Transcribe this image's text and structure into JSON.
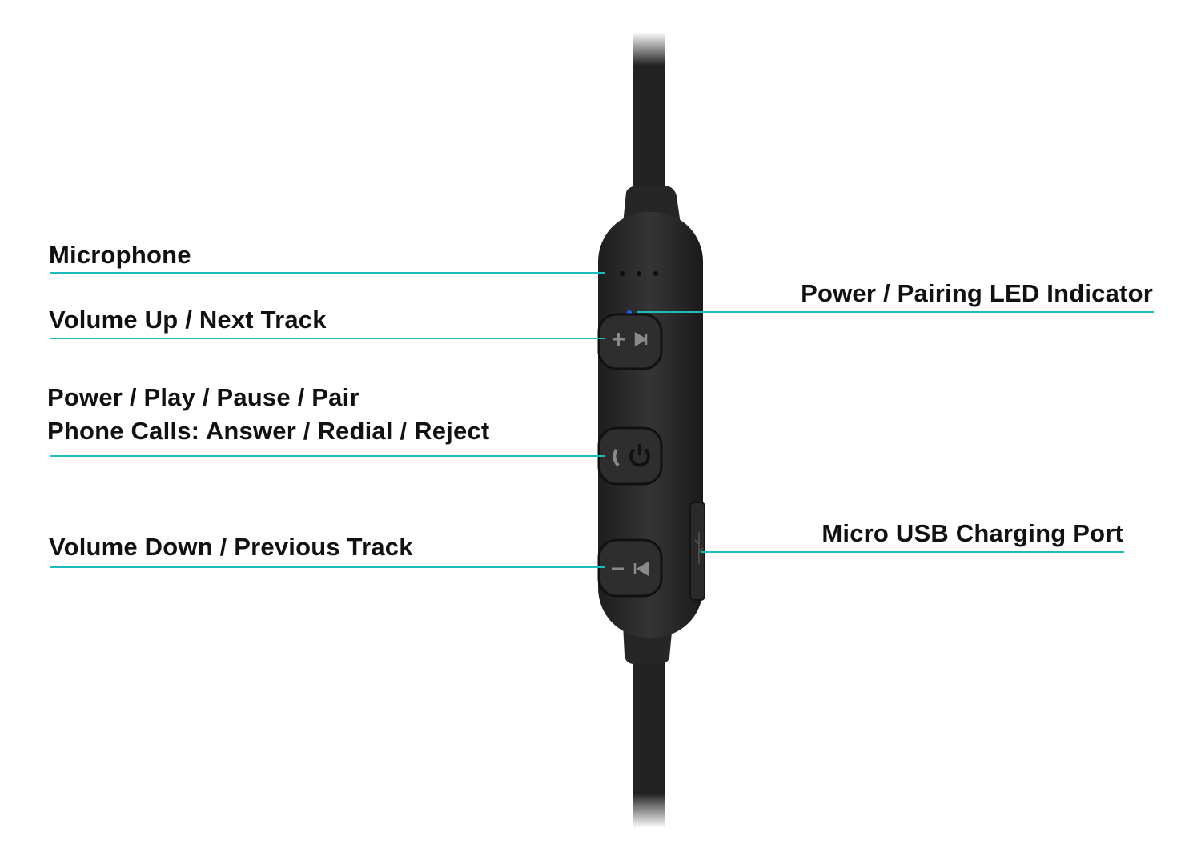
{
  "labels": {
    "microphone": "Microphone",
    "volume_up": "Volume Up / Next Track",
    "power_line1": "Power / Play / Pause / Pair",
    "power_line2": "Phone Calls: Answer / Redial / Reject",
    "volume_down": "Volume Down / Previous Track",
    "led": "Power / Pairing LED Indicator",
    "usb": "Micro USB Charging Port"
  },
  "colors": {
    "leader_line": "#1bbcbc",
    "led": "#2a5cff",
    "device": "#2b2b2b"
  }
}
